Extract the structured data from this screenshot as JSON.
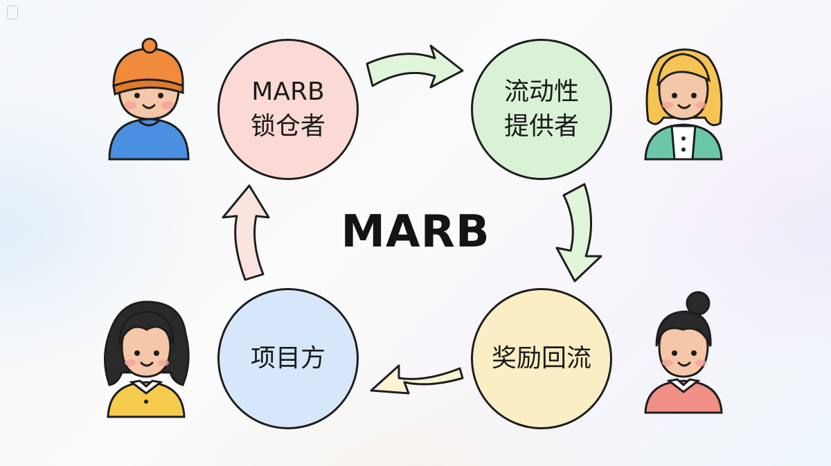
{
  "title": "MARB",
  "nodes": {
    "lock": {
      "label": "MARB\n锁仓者",
      "color": "#fbd9d4"
    },
    "liq": {
      "label": "流动性\n提供者",
      "color": "#d9f2d6"
    },
    "rew": {
      "label": "奖励回流",
      "color": "#fbeec4"
    },
    "proj": {
      "label": "项目方",
      "color": "#d7e7fa"
    }
  },
  "arrow_colors": {
    "top": "#e1f5da",
    "right": "#e1f5da",
    "bottom": "#fbf3d2",
    "left": "#fbe3df"
  },
  "characters": {
    "lock_user": {
      "icon": "person-beanie-icon",
      "shirt": "#4a8fe0",
      "hat": "#f08a3c"
    },
    "liq_user": {
      "icon": "person-blonde-icon",
      "shirt": "#6cc7a8",
      "hair": "#f6c453"
    },
    "proj_user": {
      "icon": "person-curly-icon",
      "shirt": "#f6cc4f",
      "hair": "#2a2a2a"
    },
    "rew_user": {
      "icon": "person-bun-icon",
      "shirt": "#f08f86",
      "hair": "#2a2a2a"
    }
  }
}
